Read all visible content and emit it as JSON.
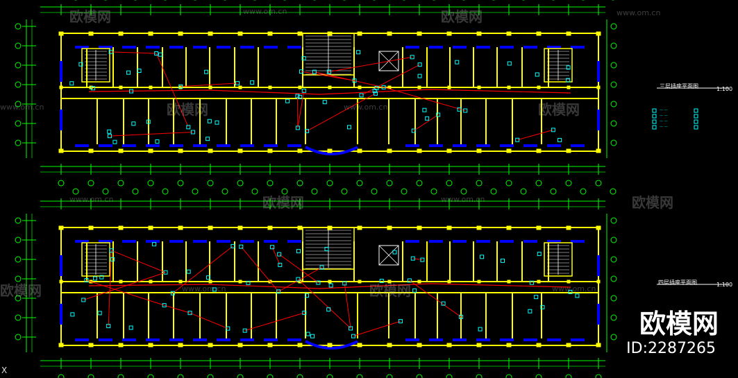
{
  "watermarks": {
    "brand_text": "欧模网",
    "site_text": "www.om.cn"
  },
  "plans": [
    {
      "title": "三层插座平面图",
      "scale": "1:100"
    },
    {
      "title": "四层插座平面图",
      "scale": "1:100"
    }
  ],
  "legend": {
    "rows": [
      "— —",
      "— —",
      "— —",
      "— —"
    ]
  },
  "brand": {
    "name": "欧模网",
    "id_text": "ID:2287265"
  },
  "colors": {
    "background": "#000000",
    "wall": "#ffff00",
    "window": "#0000ff",
    "wiring": "#ff0000",
    "grid": "#00ff00",
    "device": "#00ffff",
    "dimension": "#00aa00"
  },
  "corner_mark": "X"
}
